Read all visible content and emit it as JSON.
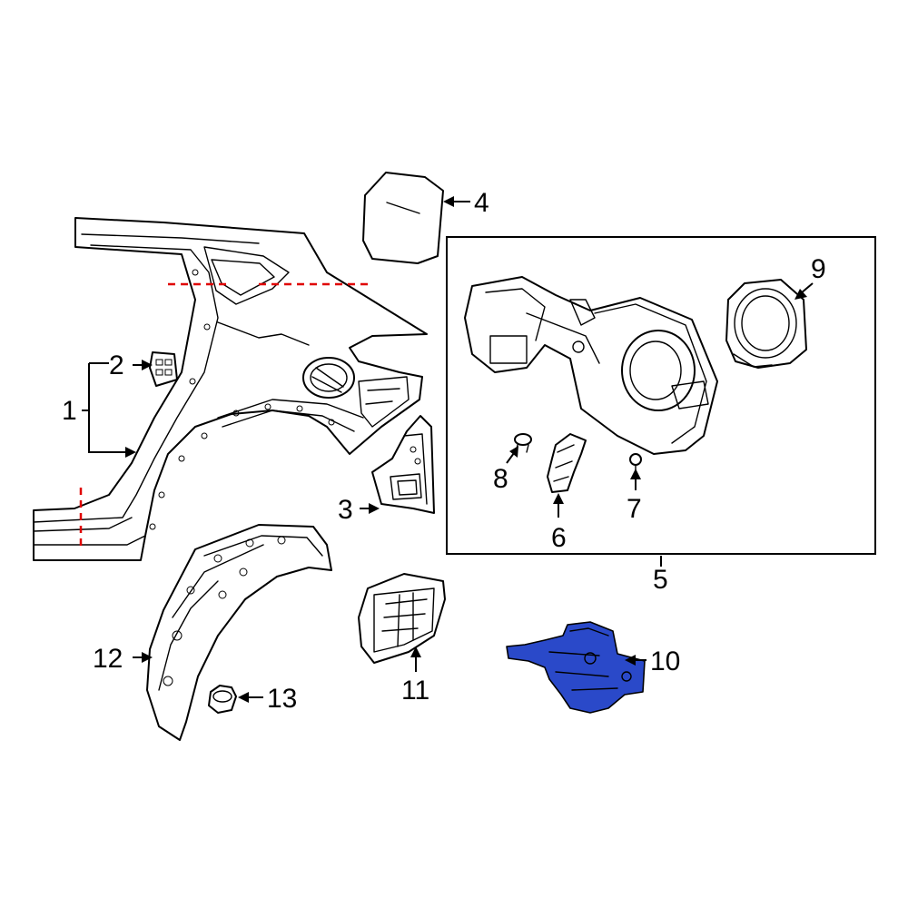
{
  "callouts": {
    "c1": "1",
    "c2": "2",
    "c3": "3",
    "c4": "4",
    "c5": "5",
    "c6": "6",
    "c7": "7",
    "c8": "8",
    "c9": "9",
    "c10": "10",
    "c11": "11",
    "c12": "12",
    "c13": "13"
  },
  "colors": {
    "line": "#000000",
    "cut_line": "#e00000",
    "highlight": "#2a49c9",
    "highlight_dark": "#1a2f92",
    "background": "#ffffff"
  },
  "highlighted_part": "10"
}
